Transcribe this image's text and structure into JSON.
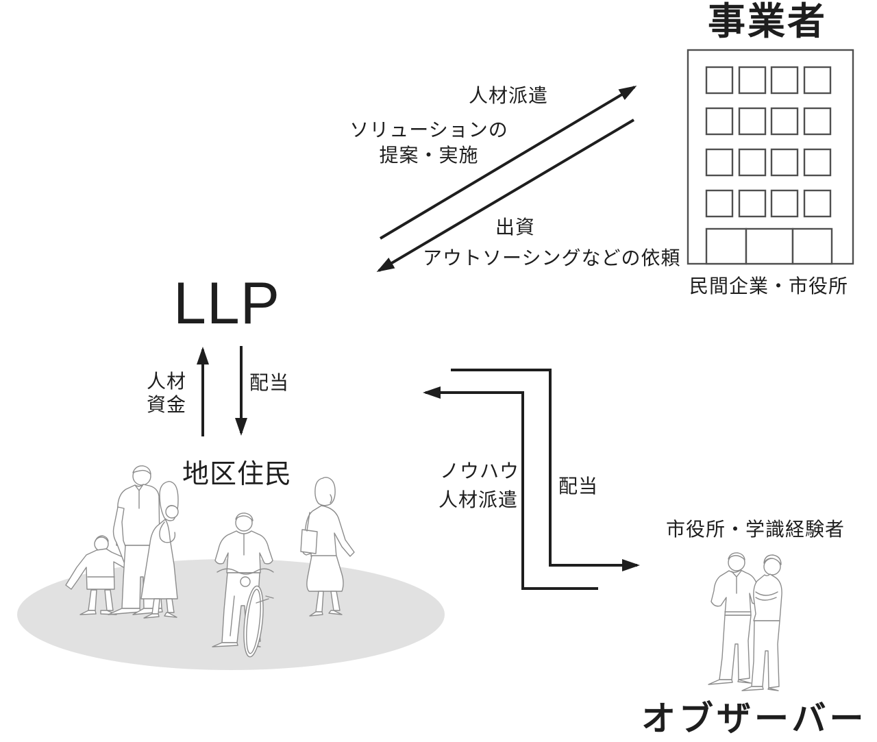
{
  "palette": {
    "ink": "#1e1e1e",
    "figure": "#8c8c8c",
    "ellipse": "#e1e1e1",
    "building": "#4f4f4f",
    "bg": "#ffffff"
  },
  "actors": {
    "business": {
      "title": "事業者",
      "caption": "民間企業・市役所"
    },
    "llp": {
      "title": "LLP"
    },
    "residents": {
      "title": "地区住民"
    },
    "observer": {
      "title": "オブザーバー",
      "caption": "市役所・学識経験者"
    }
  },
  "flows": {
    "llp_to_business_dispatch": "人材派遣",
    "llp_to_business_solution": "ソリューションの\n提案・実施",
    "business_to_llp_investment": "出資",
    "business_to_llp_outsourcing": "アウトソーシングなどの依頼",
    "residents_to_llp_people_funds": "人材\n資金",
    "llp_to_residents_dividend": "配当",
    "observer_to_llp_knowhow": "ノウハウ",
    "observer_to_llp_dispatch": "人材派遣",
    "llp_to_observer_dividend": "配当"
  }
}
